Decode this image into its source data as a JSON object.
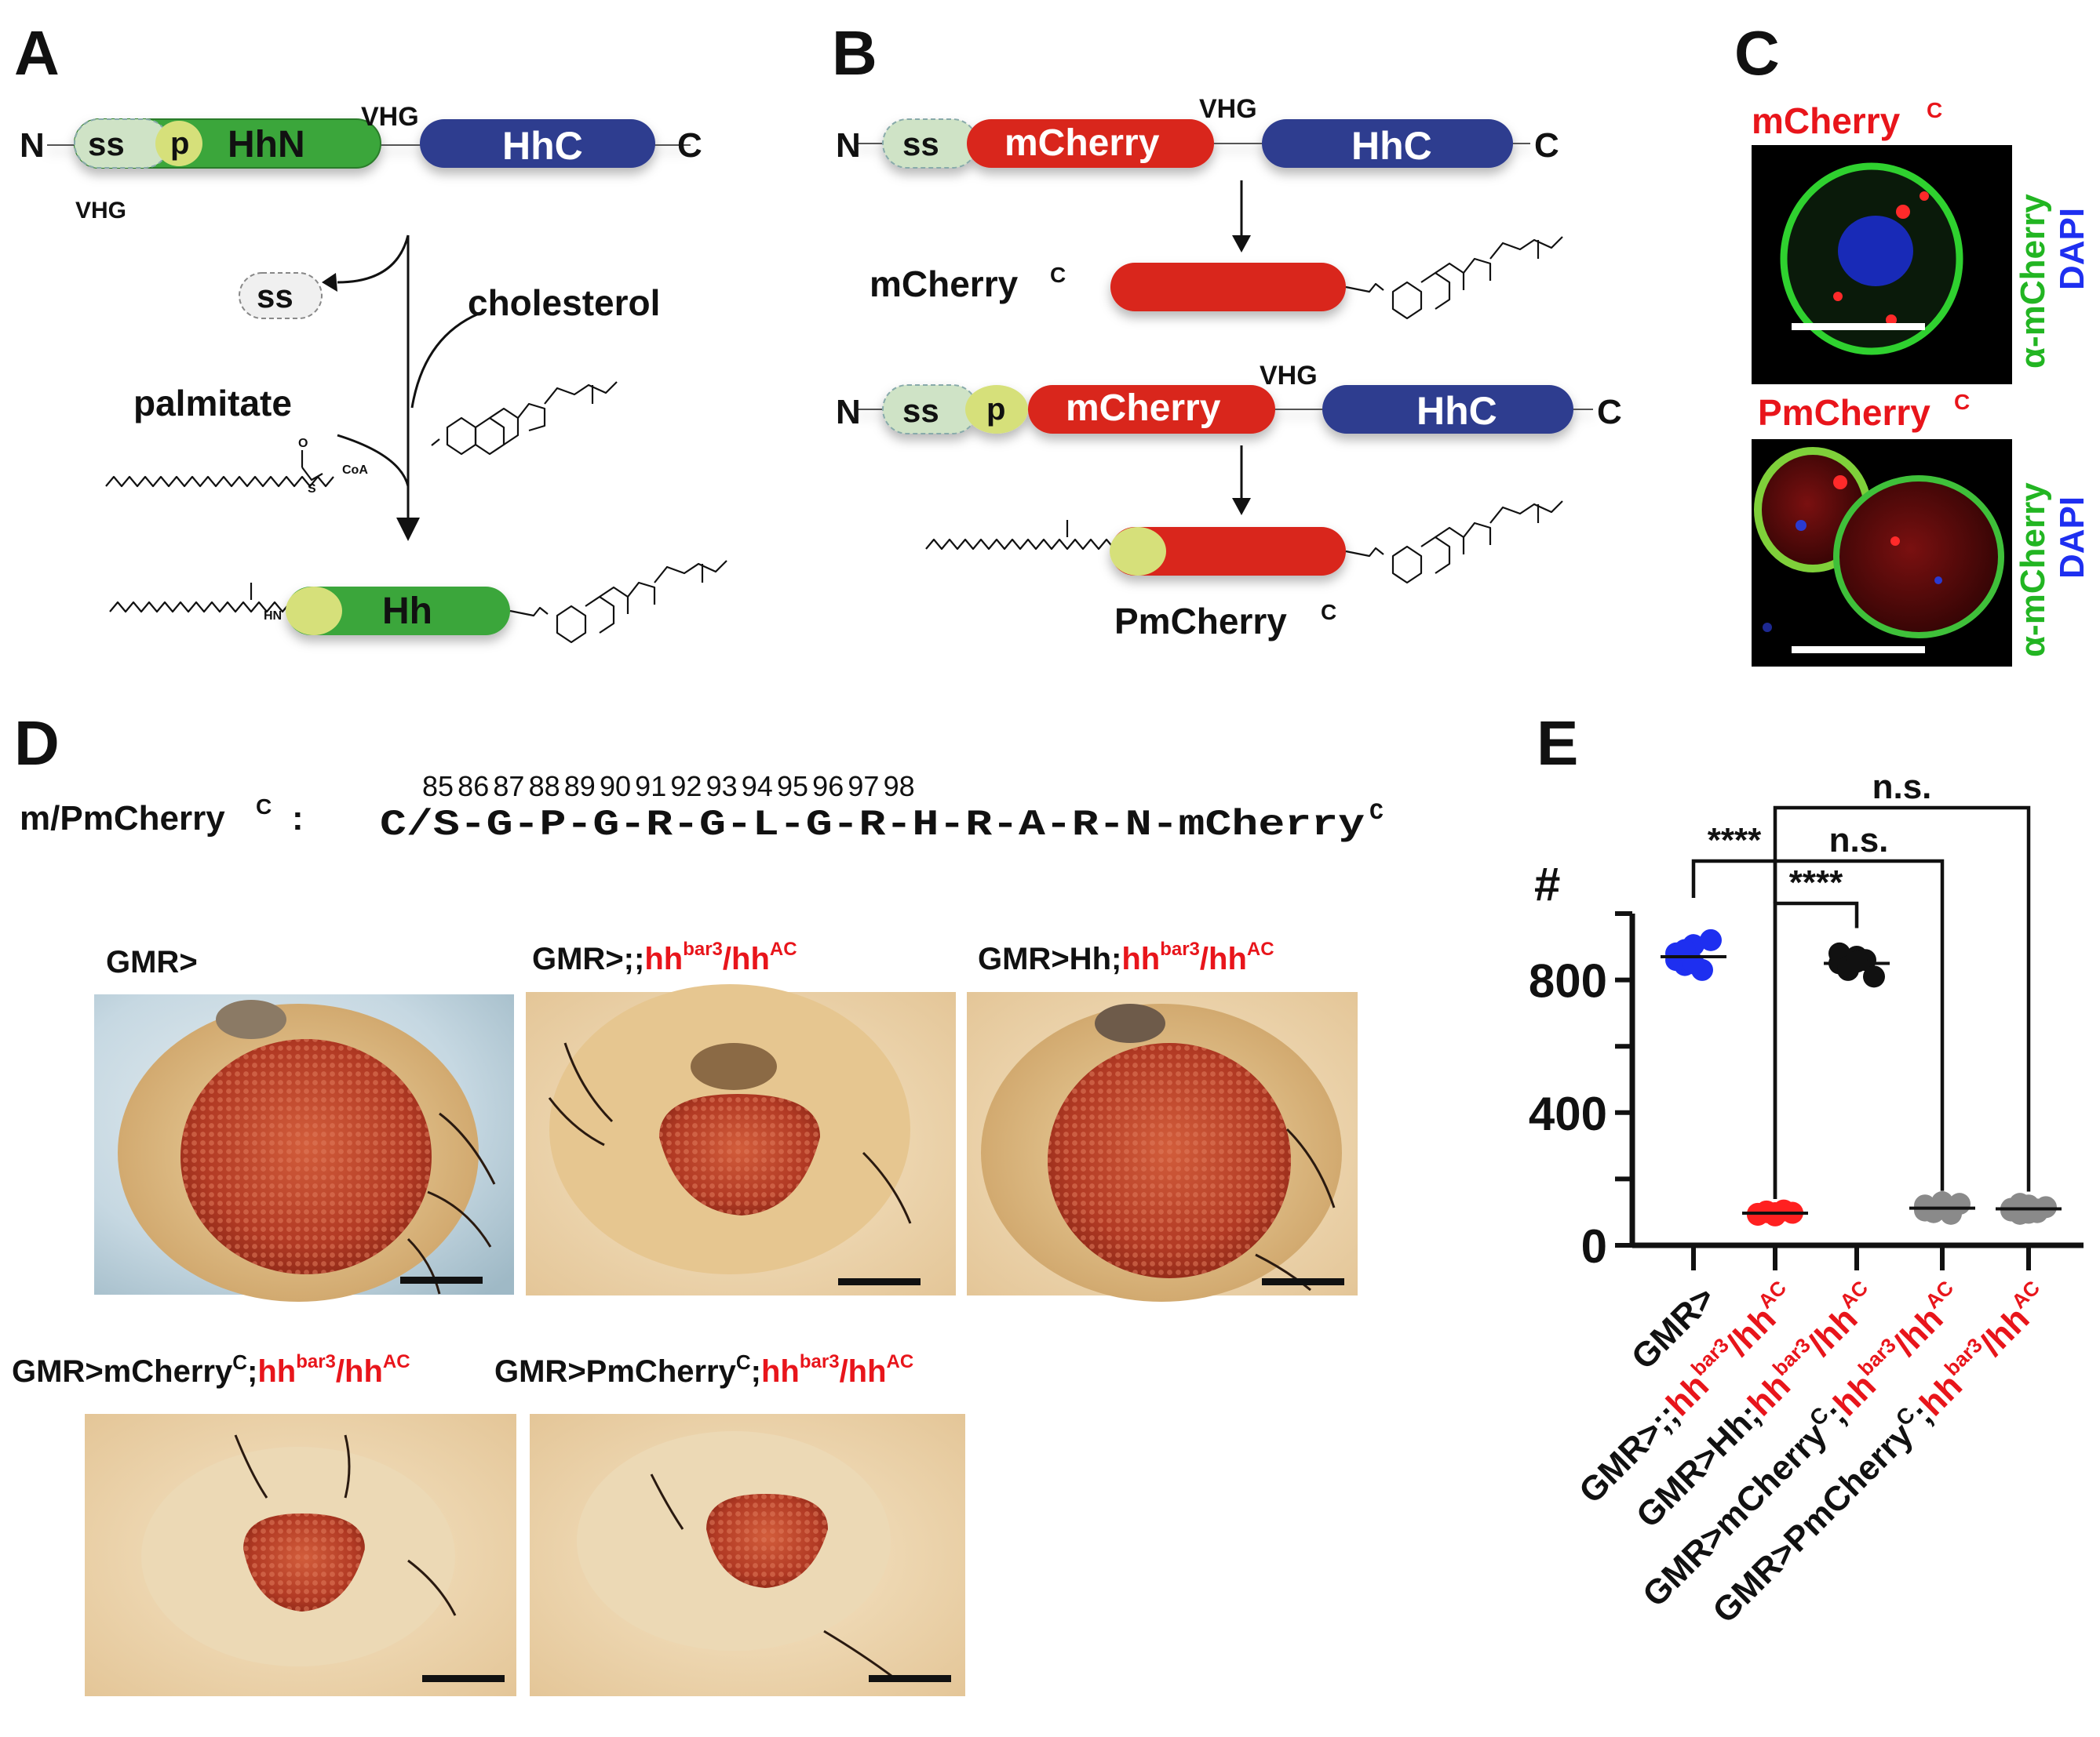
{
  "colors": {
    "hhn_green": "#3aa63a",
    "hhc_blue": "#2e3c8f",
    "mcherry_red": "#d9271c",
    "ss_pale": "#cfe3c6",
    "p_yellow": "#d6e07a",
    "label_red": "#e8151b",
    "dot_blue": "#1e2ff0",
    "dot_red": "#ff2020",
    "dot_black": "#111111",
    "dot_gray": "#8a8a8a"
  },
  "panel_a": {
    "letter": "A",
    "n": "N",
    "c": "C",
    "ss": "ss",
    "p": "p",
    "hhn": "HhN",
    "hhc": "HhC",
    "vhg": "VHG",
    "ss_free": "ss",
    "cholesterol": "cholesterol",
    "palmitate": "palmitate",
    "coa": "CoA",
    "s": "S",
    "o": "O",
    "hn": "HN",
    "product": "Hh"
  },
  "panel_b": {
    "letter": "B",
    "n": "N",
    "c": "C",
    "ss": "ss",
    "p": "p",
    "mcherry": "mCherry",
    "hhc": "HhC",
    "vhg": "VHG",
    "product1_label": "mCherry",
    "product2_label": "PmCherry",
    "superscript_c": "C"
  },
  "panel_c": {
    "letter": "C",
    "top_label": "mCherry",
    "bottom_label": "PmCherry",
    "superscript_c": "C",
    "stain_mcherry": "α-mCherry",
    "stain_dapi": "DAPI"
  },
  "panel_d": {
    "letter": "D",
    "numbers": [
      "85",
      "86",
      "87",
      "88",
      "89",
      "90",
      "91",
      "92",
      "93",
      "94",
      "95",
      "96",
      "97",
      "98"
    ],
    "seq_label": "m/PmCherry",
    "seq_colon": ":",
    "sequence": "C/S-G-P-G-R-G-L-G-R-H-R-A-R-N-mCherry",
    "superscript_c": "C",
    "genotypes": [
      {
        "black": "GMR>",
        "red": "",
        "sup1": "",
        "mid": "",
        "sup2": ""
      },
      {
        "black": "GMR>;;",
        "red": "hh",
        "sup1": "bar3",
        "mid": "/hh",
        "sup2": "AC"
      },
      {
        "black": "GMR>Hh;",
        "red": "hh",
        "sup1": "bar3",
        "mid": "/hh",
        "sup2": "AC"
      },
      {
        "black": "GMR>mCherry",
        "red": "hh",
        "sup1": "bar3",
        "mid": "/hh",
        "sup2": "AC"
      },
      {
        "black": "GMR>PmCherry",
        "red": "hh",
        "sup1": "bar3",
        "mid": "/hh",
        "sup2": "AC"
      }
    ]
  },
  "panel_e": {
    "letter": "E",
    "ylabel": "#",
    "significance": [
      "****",
      "****",
      "n.s.",
      "n.s."
    ]
  },
  "chart_data": {
    "type": "scatter",
    "ylabel": "#",
    "ylim": [
      0,
      1000
    ],
    "yticks": [
      0,
      400,
      800
    ],
    "categories": [
      "GMR>",
      "GMR>;;hhbar3/hhAC",
      "GMR>Hh;hhbar3/hhAC",
      "GMR>mCherryC;hhbar3/hhAC",
      "GMR>PmCherryC;hhbar3/hhAC"
    ],
    "series": [
      {
        "values": [
          [
            880,
            845,
            905,
            830,
            920,
            860,
            890,
            850
          ]
        ],
        "mean": 870
      },
      {
        "values": [
          [
            95,
            100,
            90,
            105,
            98,
            92,
            102,
            97
          ]
        ],
        "mean": 97
      },
      {
        "values": [
          [
            850,
            830,
            870,
            860,
            810,
            880,
            840,
            855
          ]
        ],
        "mean": 850
      },
      {
        "values": [
          [
            120,
            100,
            115,
            95,
            125,
            105,
            110,
            130,
            100
          ]
        ],
        "mean": 112
      },
      {
        "values": [
          [
            110,
            95,
            120,
            100,
            115,
            105,
            125,
            98,
            108
          ]
        ],
        "mean": 110
      }
    ],
    "comparisons": [
      {
        "from": 0,
        "to": 1,
        "label": "****"
      },
      {
        "from": 1,
        "to": 2,
        "label": "****"
      },
      {
        "from": 1,
        "to": 3,
        "label": "n.s."
      },
      {
        "from": 1,
        "to": 4,
        "label": "n.s."
      }
    ]
  }
}
